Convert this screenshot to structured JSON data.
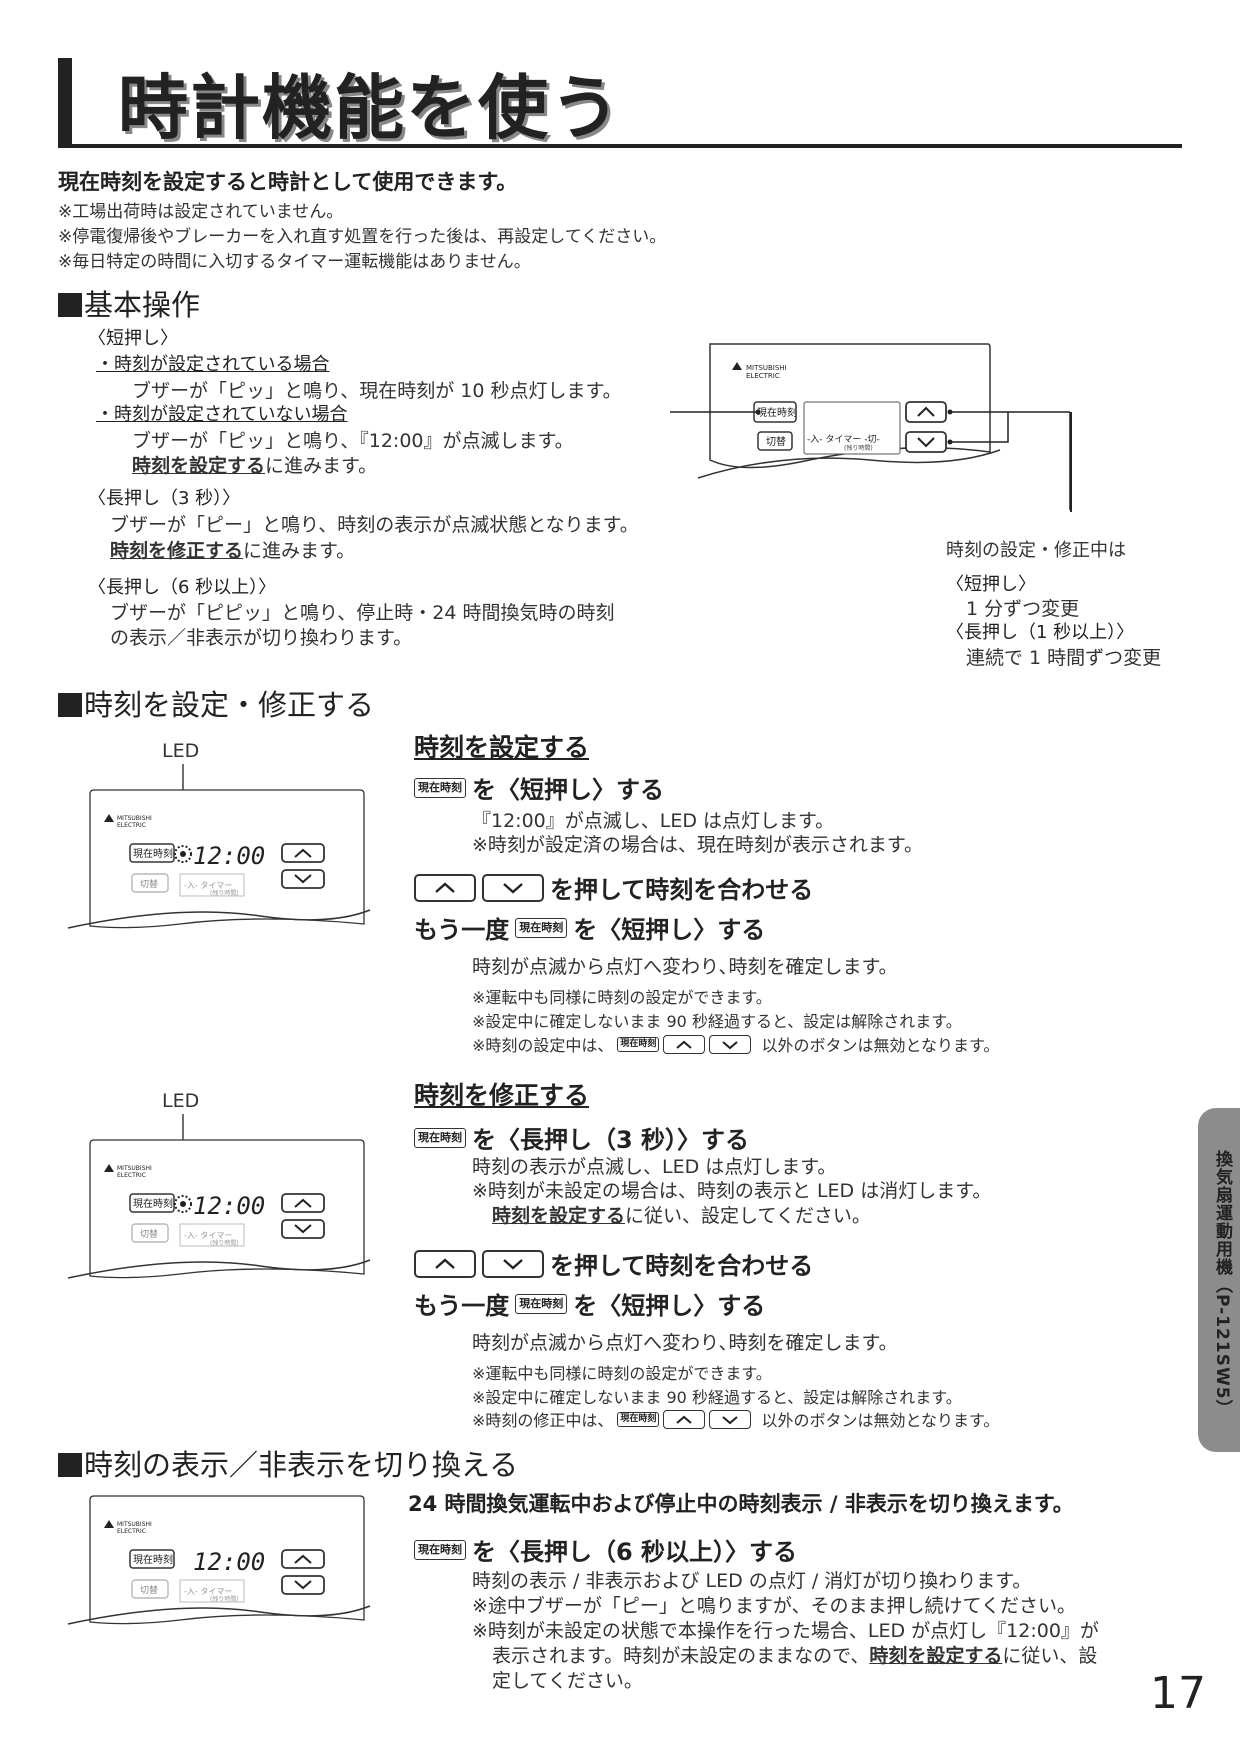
{
  "title": "時計機能を使う",
  "intro": {
    "lead": "現在時刻を設定すると時計として使用できます。",
    "notes": [
      "※工場出荷時は設定されていません。",
      "※停電復帰後やブレーカーを入れ直す処置を行った後は、再設定してください。",
      "※毎日特定の時間に入切するタイマー運転機能はありません。"
    ]
  },
  "basic": {
    "heading": "基本操作",
    "short_press": "〈短押し〉",
    "set_case": "・時刻が設定されている場合",
    "set_case_desc": "ブザーが「ピッ」と鳴り、現在時刻が 10 秒点灯します。",
    "unset_case": "・時刻が設定されていない場合",
    "unset_case_desc": "ブザーが「ピッ」と鳴り、『12:00』が点滅します。",
    "go_set_link": "時刻を設定する",
    "go_set_rest": "に進みます。",
    "long3": "〈長押し（3 秒）〉",
    "long3_desc": "ブザーが「ピー」と鳴り、時刻の表示が点滅状態となります。",
    "go_fix_link": "時刻を修正する",
    "go_fix_rest": "に進みます。",
    "long6": "〈長押し（6 秒以上）〉",
    "long6_desc1": "ブザーが「ピピッ」と鳴り、停止時・24 時間換気時の時刻",
    "long6_desc2": "の表示／非表示が切り換わります。",
    "callout_title": "時刻の設定・修正中は",
    "callout_short": "〈短押し〉",
    "callout_short_desc": "1 分ずつ変更",
    "callout_long": "〈長押し（1 秒以上）〉",
    "callout_long_desc": "連続で 1 時間ずつ変更"
  },
  "remote": {
    "brand": "MITSUBISHI ELECTRIC",
    "btn_clock": "現在時刻",
    "btn_switch": "切替",
    "display_time": "12:00",
    "timer_line": "-入- タイマー -切-",
    "timer_sub": "(残り時間)",
    "led_label": "LED"
  },
  "setfix": {
    "heading": "時刻を設定・修正する",
    "set_title": "時刻を設定する",
    "set_step1_action": "を〈短押し〉する",
    "set_step1_l1": "『12:00』が点滅し、LED は点灯します。",
    "set_step1_l2": "※時刻が設定済の場合は、現在時刻が表示されます。",
    "step2_action": "を押して時刻を合わせる",
    "step3_prefix": "もう一度",
    "step3_action": "を〈短押し〉する",
    "confirm": "時刻が点滅から点灯へ変わり､時刻を確定します。",
    "note_a": "※運転中も同様に時刻の設定ができます。",
    "note_b": "※設定中に確定しないまま 90 秒経過すると、設定は解除されます。",
    "note_c_set_pre": "※時刻の設定中は、",
    "note_c_fix_pre": "※時刻の修正中は、",
    "note_c_post": "以外のボタンは無効となります。",
    "fix_title": "時刻を修正する",
    "fix_step1_action": "を〈長押し（3 秒）〉する",
    "fix_step1_l1": "時刻の表示が点滅し、LED は点灯します。",
    "fix_step1_l2": "※時刻が未設定の場合は、時刻の表示と LED は消灯します。",
    "fix_step1_link": "時刻を設定する",
    "fix_step1_rest": "に従い、設定してください。"
  },
  "toggle": {
    "heading": "時刻の表示／非表示を切り換える",
    "lead": "24 時間換気運転中および停止中の時刻表示 / 非表示を切り換えます。",
    "action": "を〈長押し（6 秒以上）〉する",
    "l1": "時刻の表示 / 非表示および LED の点灯 / 消灯が切り換わります。",
    "l2": "※途中ブザーが「ピー」と鳴りますが、そのまま押し続けてください。",
    "l3": "※時刻が未設定の状態で本操作を行った場合、LED が点灯し『12:00』が",
    "l4_pre": "表示されます。時刻が未設定のままなので、",
    "l4_link": "時刻を設定する",
    "l4_post": "に従い、設",
    "l5": "定してください。"
  },
  "side_tab": "換気扇運動用機（P-121SW5）",
  "page_number": "17"
}
